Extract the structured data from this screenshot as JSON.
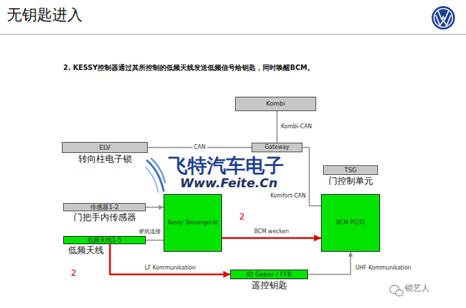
{
  "diagram": {
    "title": "无钥匙进入",
    "nodes": [
      {
        "text": [
          "Kombi"
        ]
      },
      {
        "text": [
          "ELV",
          "转向柱电子锁"
        ]
      },
      {
        "text": [
          "Gateway"
        ]
      },
      {
        "text": [
          "TSG",
          "门控制单元"
        ]
      },
      {
        "text": [
          "传感器1-2",
          "门把手内传感器"
        ]
      },
      {
        "text": [
          "Kessy Steuergerät"
        ]
      },
      {
        "text": [
          "BCM PQ35"
        ]
      },
      {
        "text": [
          "低频天线1-5",
          "低频天线"
        ]
      },
      {
        "text": [
          "ID Geber / FFB",
          "遥控钥匙"
        ]
      }
    ],
    "edges": [
      {
        "from": 1,
        "to": 2,
        "arrow": "none",
        "label": "CAN"
      },
      {
        "from": 2,
        "to": 0,
        "arrow": "none",
        "label": "Kombi-CAN"
      },
      {
        "from": 2,
        "to": 6,
        "arrow": "none",
        "label": "Komfort-CAN"
      },
      {
        "from": 4,
        "to": 5,
        "arrow": "to"
      },
      {
        "from": 7,
        "to": 5,
        "arrow": "none",
        "label": "硬线连接"
      },
      {
        "from": 5,
        "to": 6,
        "arrow": "to",
        "label": "BCM wecken"
      },
      {
        "from": 7,
        "to": 8,
        "arrow": "to",
        "label": "LF Kommunikation"
      },
      {
        "from": 8,
        "to": 6,
        "arrow": "to",
        "label": "UHF Kommunikation"
      }
    ],
    "labels": [
      "2. KESSY控制器通过其所控制的低频天线发送低频信号给钥匙，同时唤醒BCM。",
      "2",
      "2",
      "飞特汽车电子",
      "Www.Feite.Cn",
      "锁艺人"
    ]
  }
}
